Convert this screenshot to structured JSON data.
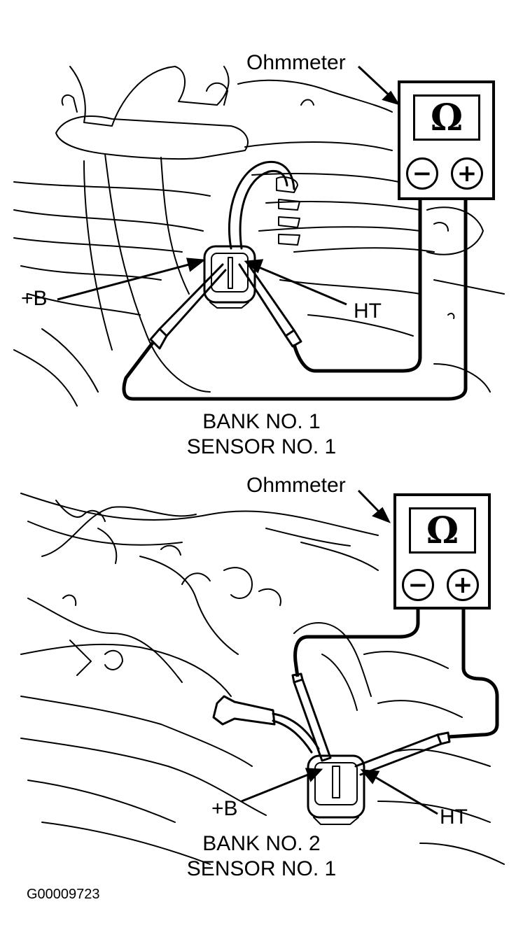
{
  "figure_id": "G00009723",
  "diagrams": [
    {
      "meter_label": "Ohmmeter",
      "meter_symbol": "Ω",
      "negative_symbol": "−",
      "positive_symbol": "+",
      "left_terminal": "+B",
      "right_terminal": "HT",
      "caption_line1": "BANK NO. 1",
      "caption_line2": "SENSOR NO. 1"
    },
    {
      "meter_label": "Ohmmeter",
      "meter_symbol": "Ω",
      "negative_symbol": "−",
      "positive_symbol": "+",
      "left_terminal": "+B",
      "right_terminal": "HT",
      "caption_line1": "BANK NO. 2",
      "caption_line2": "SENSOR NO. 1"
    }
  ]
}
